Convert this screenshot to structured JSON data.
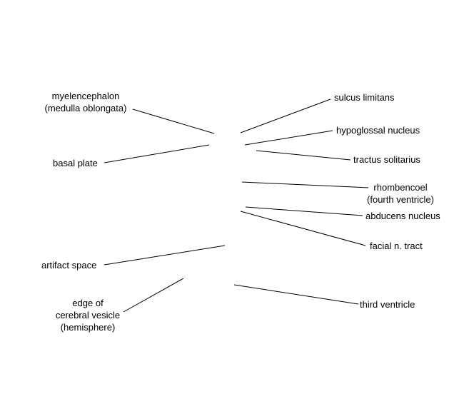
{
  "labels": {
    "myelencephalon": {
      "line1": "myelencephalon",
      "line2": "(medulla oblongata)"
    },
    "basal_plate": "basal plate",
    "artifact_space": "artifact space",
    "edge_of_cerebral_vesicle": {
      "line1": "edge of",
      "line2": "cerebral vesicle",
      "line3": "(hemisphere)"
    },
    "sulcus_limitans": "sulcus limitans",
    "hypoglossal_nucleus": "hypoglossal nucleus",
    "tractus_solitarius": "tractus solitarius",
    "rhombencoel": {
      "line1": "rhombencoel",
      "line2": "(fourth ventricle)"
    },
    "abducens_nucleus": "abducens nucleus",
    "facial_n_tract": "facial n. tract",
    "third_ventricle": "third ventricle"
  },
  "colors": {
    "line": "#000000",
    "text": "#000000",
    "background": "#ffffff"
  }
}
